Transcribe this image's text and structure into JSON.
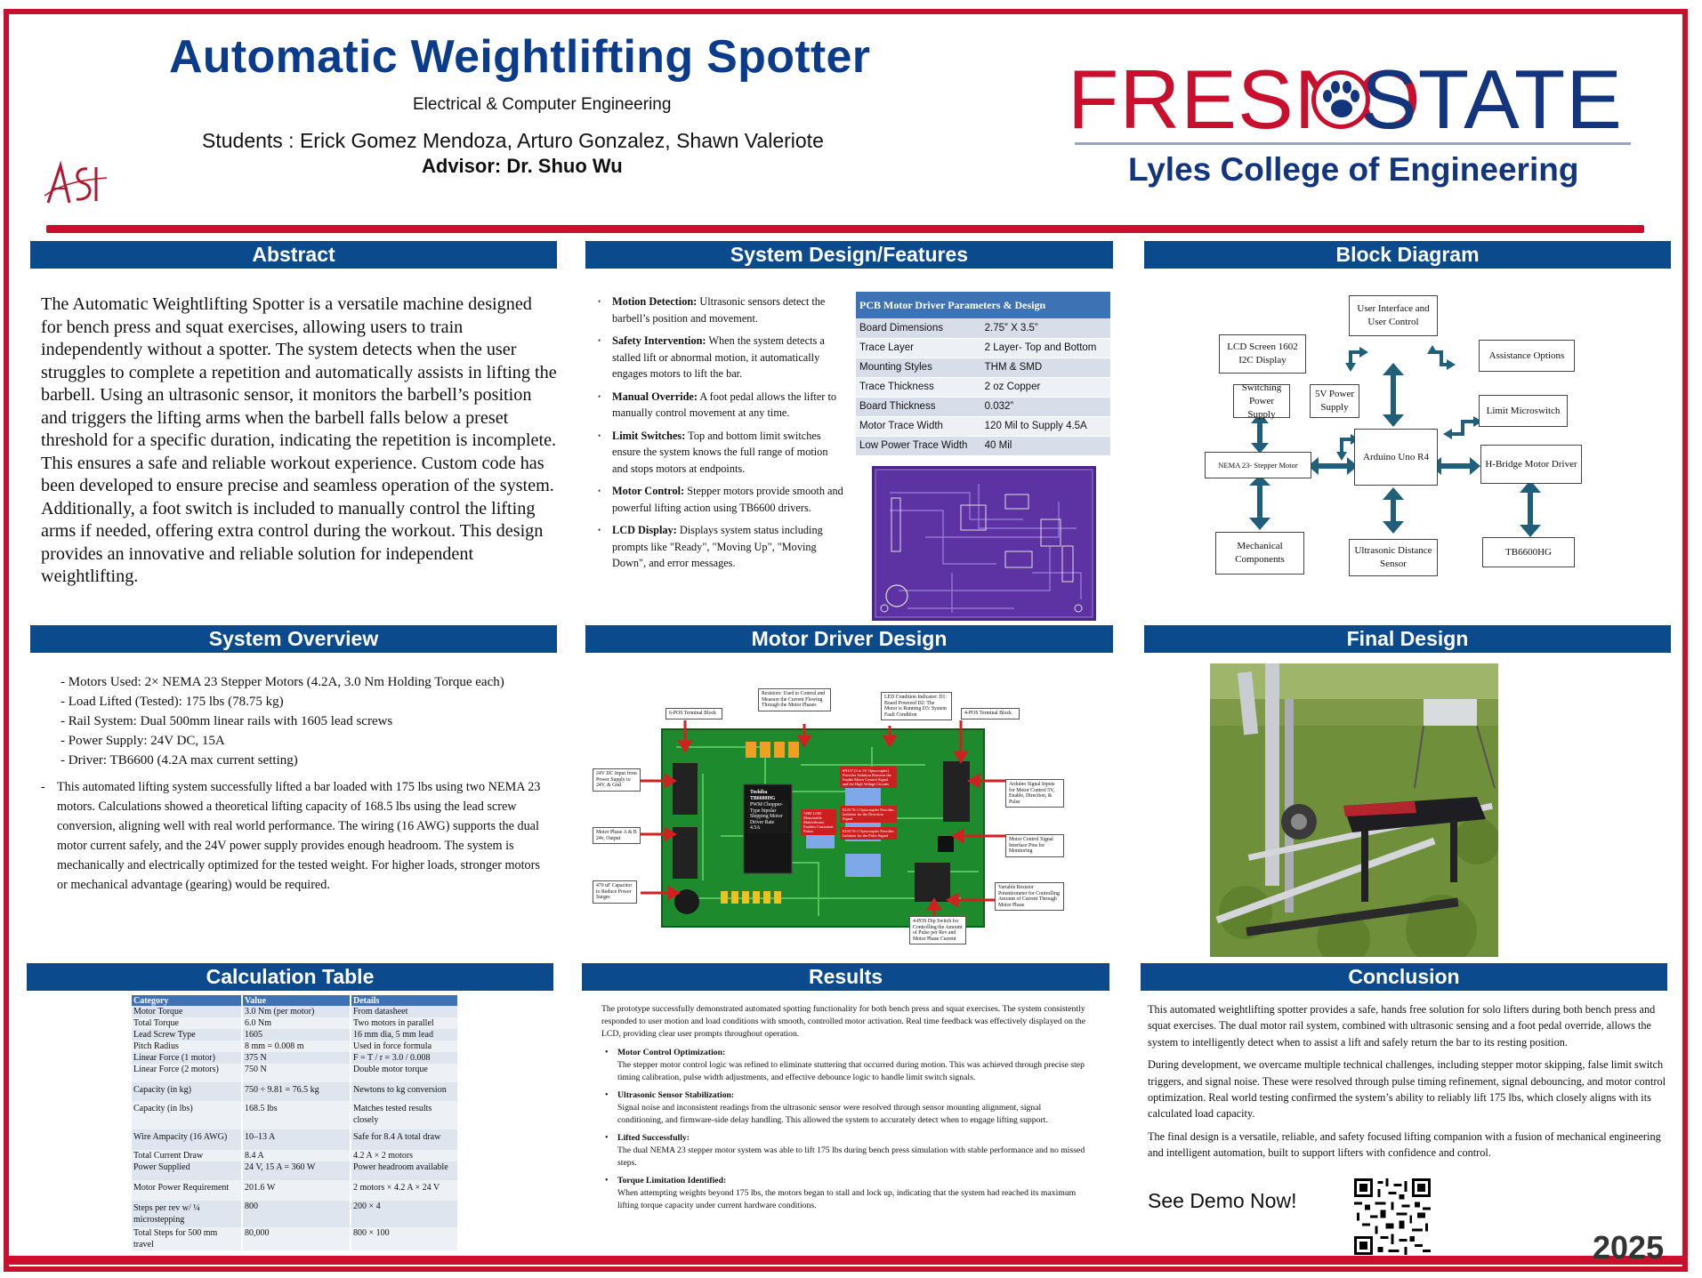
{
  "header": {
    "title": "Automatic Weightlifting Spotter",
    "department": "Electrical & Computer Engineering",
    "students": "Students : Erick Gomez Mendoza, Arturo Gonzalez, Shawn Valeriote",
    "advisor": "Advisor: Dr. Shuo Wu",
    "logo_left_text": "FRESNO",
    "logo_right_text": "STATE",
    "college": "Lyles College of Engineering",
    "brand_red": "#c8102e",
    "brand_blue": "#13357e"
  },
  "sections": {
    "abstract": "Abstract",
    "system_design": "System Design/Features",
    "block_diagram": "Block Diagram",
    "system_overview": "System Overview",
    "motor_driver": "Motor Driver Design",
    "final_design": "Final Design",
    "calc_table": "Calculation Table",
    "results": "Results",
    "conclusion": "Conclusion"
  },
  "abstract_text": "The Automatic Weightlifting Spotter is a versatile machine designed for bench press and squat exercises, allowing users to train independently without a spotter. The system detects when the user struggles to complete a repetition and automatically assists in lifting the barbell. Using an ultrasonic sensor, it monitors the barbell’s position and triggers the lifting arms when the barbell falls below a preset threshold for a specific duration, indicating the repetition is incomplete. This ensures a safe and reliable workout experience. Custom code has been developed to ensure precise and seamless operation of the system. Additionally, a foot switch is included to manually control the lifting arms if needed, offering extra control during the workout. This design provides an innovative and reliable solution for independent weightlifting.",
  "features": [
    {
      "title": "Motion Detection:",
      "text": " Ultrasonic sensors detect the barbell’s position and movement."
    },
    {
      "title": "Safety Intervention:",
      "text": " When the system detects a stalled lift or abnormal motion, it automatically engages motors to lift the bar."
    },
    {
      "title": "Manual Override:",
      "text": " A foot pedal allows the lifter to manually control movement at any time."
    },
    {
      "title": "Limit Switches:",
      "text": " Top and bottom limit switches ensure the system knows the full range of motion and stops motors at endpoints."
    },
    {
      "title": "Motor Control:",
      "text": " Stepper motors provide smooth and powerful lifting action using TB6600 drivers."
    },
    {
      "title": "LCD Display:",
      "text": " Displays system status including prompts like \"Ready\", \"Moving Up\", \"Moving Down\", and error messages."
    }
  ],
  "pcb_table": {
    "title": "PCB Motor Driver Parameters & Design",
    "rows": [
      [
        "Board Dimensions",
        "2.75” X 3.5”"
      ],
      [
        "Trace Layer",
        "2 Layer- Top and Bottom"
      ],
      [
        "Mounting Styles",
        "THM & SMD"
      ],
      [
        "Trace Thickness",
        "2 oz Copper"
      ],
      [
        "Board Thickness",
        "0.032”"
      ],
      [
        "Motor Trace Width",
        "120 Mil to Supply 4.5A"
      ],
      [
        "Low Power Trace Width",
        "40 Mil"
      ]
    ]
  },
  "block_diagram": {
    "user_interface": "User Interface and User Control",
    "lcd": "LCD Screen 1602 I2C Display",
    "assistance": "Assistance Options",
    "switching_ps": "Switching Power Supply",
    "fivev_ps": "5V Power Supply",
    "limit_switch": "Limit Microswitch",
    "nema": "NEMA 23- Stepper Motor",
    "arduino": "Arduino Uno R4",
    "hbridge": "H-Bridge Motor Driver",
    "mechanical": "Mechanical Components",
    "ultrasonic": "Ultrasonic Distance Sensor",
    "tb6600": "TB6600HG"
  },
  "overview": {
    "items": [
      "Motors Used: 2× NEMA 23 Stepper Motors (4.2A, 3.0 Nm Holding Torque each)",
      "Load Lifted (Tested): 175 lbs (78.75 kg)",
      "Rail System: Dual 500mm linear rails with 1605 lead screws",
      "Power Supply: 24V DC, 15A",
      "Driver: TB6600 (4.2A max current setting)"
    ],
    "paragraph": "This automated lifting system successfully lifted a bar loaded with 175 lbs using two NEMA 23 motors. Calculations showed a theoretical lifting capacity of 168.5 lbs using the lead screw conversion, aligning well with real world performance. The wiring (16 AWG) supports the dual motor current safely, and the 24V power supply provides enough headroom. The system is mechanically and electrically optimized for the tested weight. For higher loads, stronger motors or mechanical advantage (gearing) would be required."
  },
  "motor_driver": {
    "labels": {
      "terminal6": "6-POS Terminal Block",
      "resistors": "Resistors: Used to Control and Measure the Current Flowing Through the Motor Phases",
      "led": "LED Condition Indicator: D1: Board Powered D2: The Motor is Running D3: System Fault Condition",
      "terminal4": "4-POS Terminal Block",
      "dc_input": "24V DC Input from Power Supply to 24V, & Gnd",
      "motor_phase": "Motor Phase A & B 24v, Output",
      "arduino_sig": "Arduino Signal Inputs for Motor Control 5V, Enable, Direction, & Pulse",
      "motor_ctrl": "Motor Control Signal Interface Pins for Monitoring",
      "capacitor": "470 uF Capacitor to Reduce Power Surges",
      "pot": "Variable Resistor Potentiometer for Controlling Amount of Current Through Motor Phase",
      "dip": "4-POS Dip Switch for Controlling the Amount of Pulse per Rev and Motor Phase Current",
      "chip_main": "Toshiba TB6600HG",
      "chip_desc": "PWM Chopper-Type bipolar Stepping Motor Driver Rate 4.5A",
      "opto1": "6N137 (3 to 5V Optocoupler) Provides Isolation Between the Enable Motor Control Signal and the High Voltage Circuits",
      "opto2": "EL817S-1 Optocoupler Provides Isolation for the Direction Signal",
      "opto3": "EL817S-1 Optocoupler Provides Isolation for the Pulse Signal",
      "hc": "74HC123D Monostable Multivibrator Enables Consistent Pulses"
    }
  },
  "calc_table": {
    "headers": [
      "Category",
      "Value",
      "Details"
    ],
    "rows": [
      [
        "Motor Torque",
        "3.0 Nm (per motor)",
        "From datasheet"
      ],
      [
        "Total Torque",
        "6.0 Nm",
        "Two motors in parallel"
      ],
      [
        "Lead Screw Type",
        "1605",
        "16 mm dia, 5 mm lead"
      ],
      [
        "Pitch Radius",
        "8 mm = 0.008 m",
        "Used in force formula"
      ],
      [
        "Linear Force (1 motor)",
        "375 N",
        "F = T / r = 3.0 / 0.008"
      ],
      [
        "Linear Force (2 motors)",
        "750 N",
        "Double motor torque"
      ],
      [
        "Capacity (in kg)",
        "750 ÷ 9.81 = 76.5 kg",
        "Newtons to kg conversion"
      ],
      [
        "Capacity (in lbs)",
        "168.5 lbs",
        "Matches tested results closely"
      ],
      [
        "Wire Ampacity (16 AWG)",
        "10–13 A",
        "Safe for 8.4 A total draw"
      ],
      [
        "Total Current Draw",
        "8.4 A",
        "4.2 A × 2 motors"
      ],
      [
        "Power Supplied",
        "24 V, 15 A = 360 W",
        "Power headroom available"
      ],
      [
        "Motor Power Requirement",
        "201.6 W",
        "2 motors × 4.2 A × 24 V"
      ],
      [
        "Steps per rev w/ ¼ microstepping",
        "800",
        "200 × 4"
      ],
      [
        "Total Steps for 500 mm travel",
        "80,000",
        "800 × 100"
      ]
    ]
  },
  "results": {
    "intro": "The prototype successfully demonstrated automated spotting functionality for both bench press and squat exercises. The system consistently responded to user motion and load conditions with smooth, controlled motor activation. Real time feedback was effectively displayed on the LCD, providing clear user prompts throughout operation.",
    "items": [
      {
        "title": "Motor Control Optimization:",
        "text": "The stepper motor control logic was refined to eliminate stuttering that occurred during motion. This was achieved through precise step timing calibration, pulse width adjustments, and effective debounce logic to handle limit switch signals."
      },
      {
        "title": "Ultrasonic Sensor Stabilization:",
        "text": "Signal noise and inconsistent readings from the ultrasonic sensor were resolved through sensor mounting alignment, signal conditioning, and firmware-side delay handling. This allowed the system to accurately detect when to engage lifting support."
      },
      {
        "title": "Lifted Successfully:",
        "text": "The dual NEMA 23 stepper motor system was able to lift 175 lbs during bench press simulation with stable performance and no missed steps."
      },
      {
        "title": "Torque Limitation Identified:",
        "text": "When attempting weights beyond 175 lbs, the motors began to stall and lock up, indicating that the system had reached its maximum lifting torque capacity under current hardware conditions."
      }
    ]
  },
  "conclusion": {
    "paragraphs": [
      "This automated weightlifting spotter provides a safe, hands free solution for solo lifters during both bench press and squat exercises. The dual motor rail system, combined with ultrasonic sensing and a foot pedal override, allows the system to intelligently detect when to assist a lift and safely return the bar to its resting position.",
      "During development, we overcame multiple technical challenges, including stepper motor skipping, false limit switch triggers, and signal noise. These were resolved through pulse timing refinement, signal debouncing, and motor control optimization. Real world testing confirmed the system’s ability to reliably lift 175 lbs, which closely aligns with its calculated load capacity.",
      "The final design is a versatile, reliable, and safety focused lifting companion with a fusion of mechanical engineering and intelligent automation, built to support lifters with confidence and control."
    ],
    "demo": "See Demo Now!",
    "year": "2025"
  }
}
